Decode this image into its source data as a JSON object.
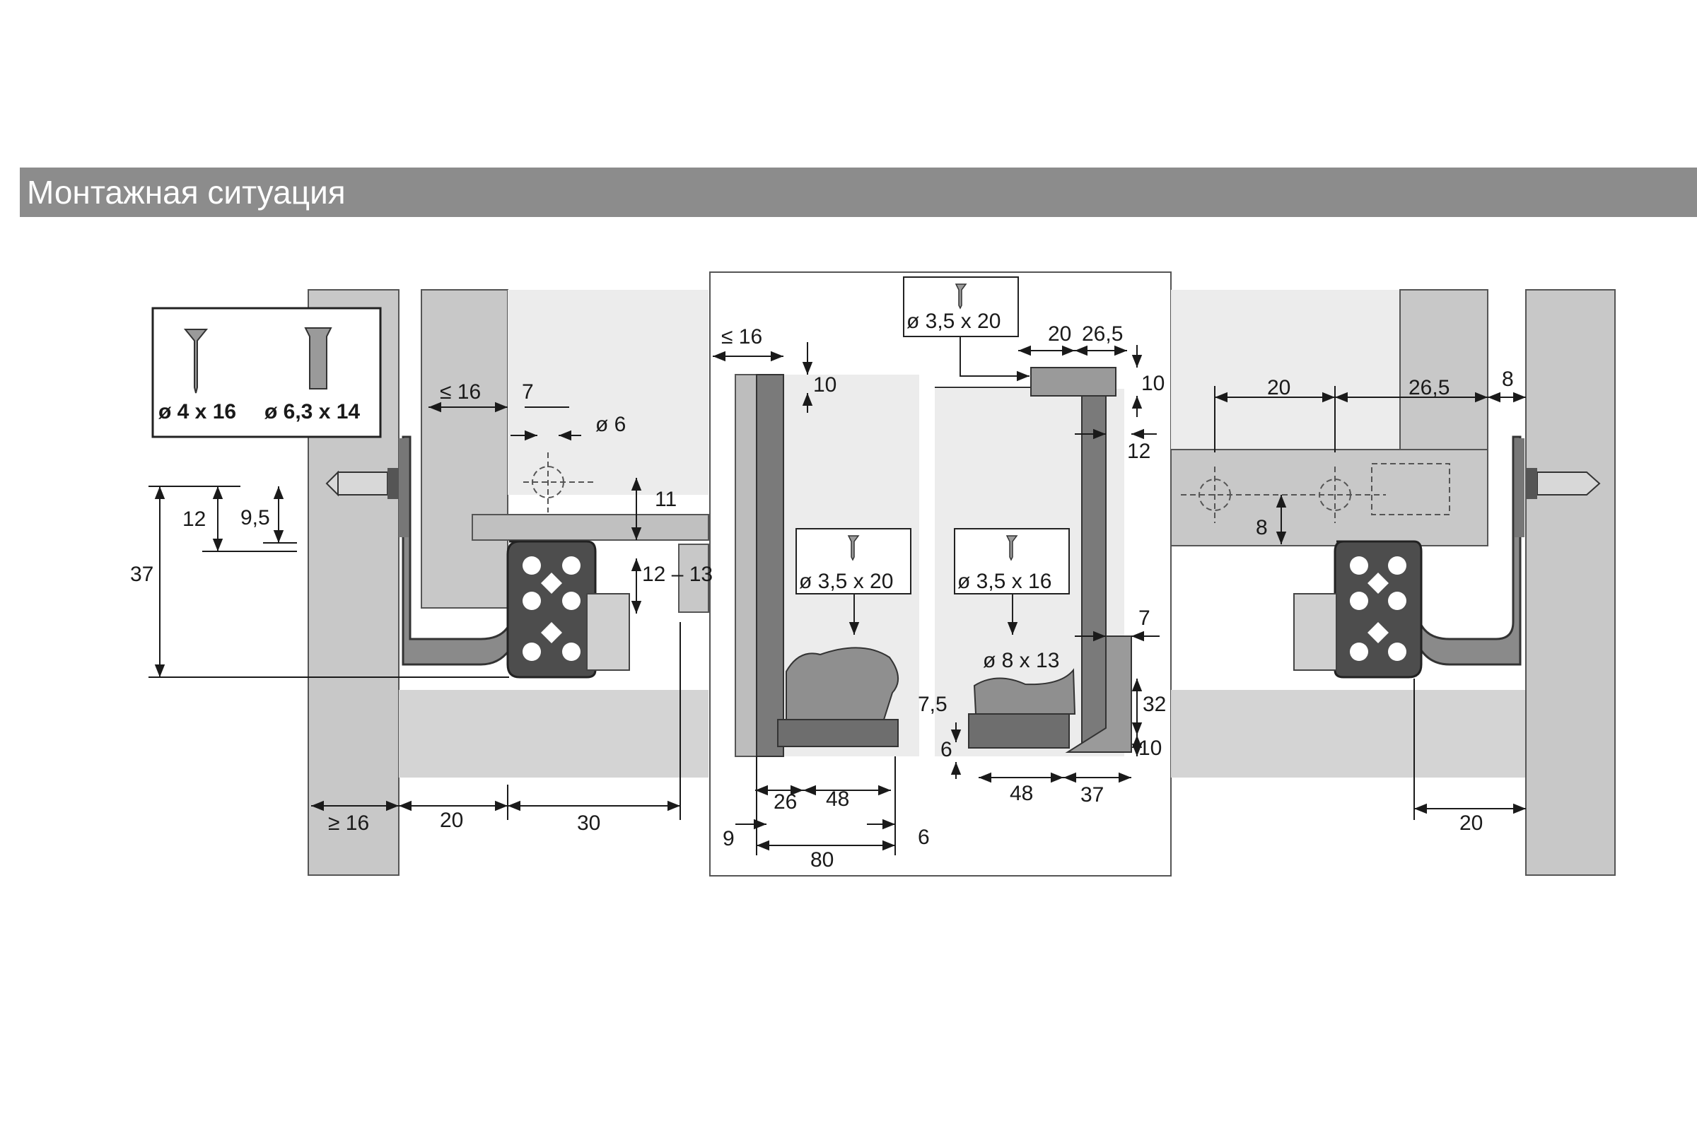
{
  "header": {
    "title": "Монтажная ситуация"
  },
  "screws": {
    "left_a": "ø 4 x 16",
    "left_b": "ø 6,3 x 14",
    "top": "ø 3,5 x 20",
    "mid_left": "ø 3,5 x 20",
    "mid_right": "ø 3,5 x 16"
  },
  "dims": {
    "l_16": "≤ 16",
    "l_7": "7",
    "l_6": "ø 6",
    "l_11": "11",
    "l_12": "12",
    "l_95": "9,5",
    "l_37": "37",
    "l_1213": "12 – 13",
    "l_ge16": "≥ 16",
    "l_20": "20",
    "l_30": "30",
    "c_16": "≤ 16",
    "c_10a": "10",
    "c_20": "20",
    "c_265": "26,5",
    "c_10b": "10",
    "c_12": "12",
    "c_7": "7",
    "c_813": "ø 8 x 13",
    "c_75": "7,5",
    "c_32": "32",
    "c_6a": "6",
    "c_10c": "10",
    "c_26": "26",
    "c_48a": "48",
    "c_9": "9",
    "c_6b": "6",
    "c_80": "80",
    "c_48b": "48",
    "c_37": "37",
    "r_20": "20",
    "r_265": "26,5",
    "r_8a": "8",
    "r_8b": "8",
    "r_20b": "20"
  }
}
